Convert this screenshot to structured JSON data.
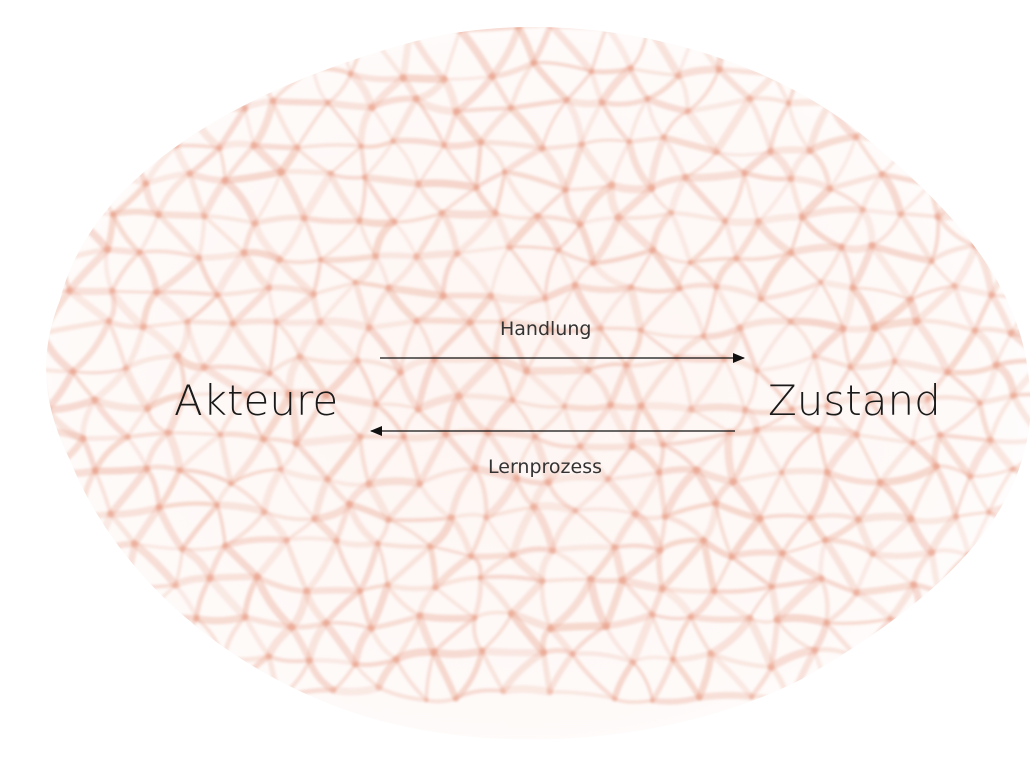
{
  "diagram": {
    "nodes": {
      "left": {
        "label": "Akteure"
      },
      "right": {
        "label": "Zustand"
      }
    },
    "edges": {
      "forward": {
        "label": "Handlung",
        "direction": "left-to-right"
      },
      "backward": {
        "label": "Lernprozess",
        "direction": "right-to-left"
      }
    },
    "colors": {
      "text": "#1a1a1a",
      "arrow": "#111111",
      "net": "#e9a28c",
      "background": "#ffffff"
    }
  }
}
